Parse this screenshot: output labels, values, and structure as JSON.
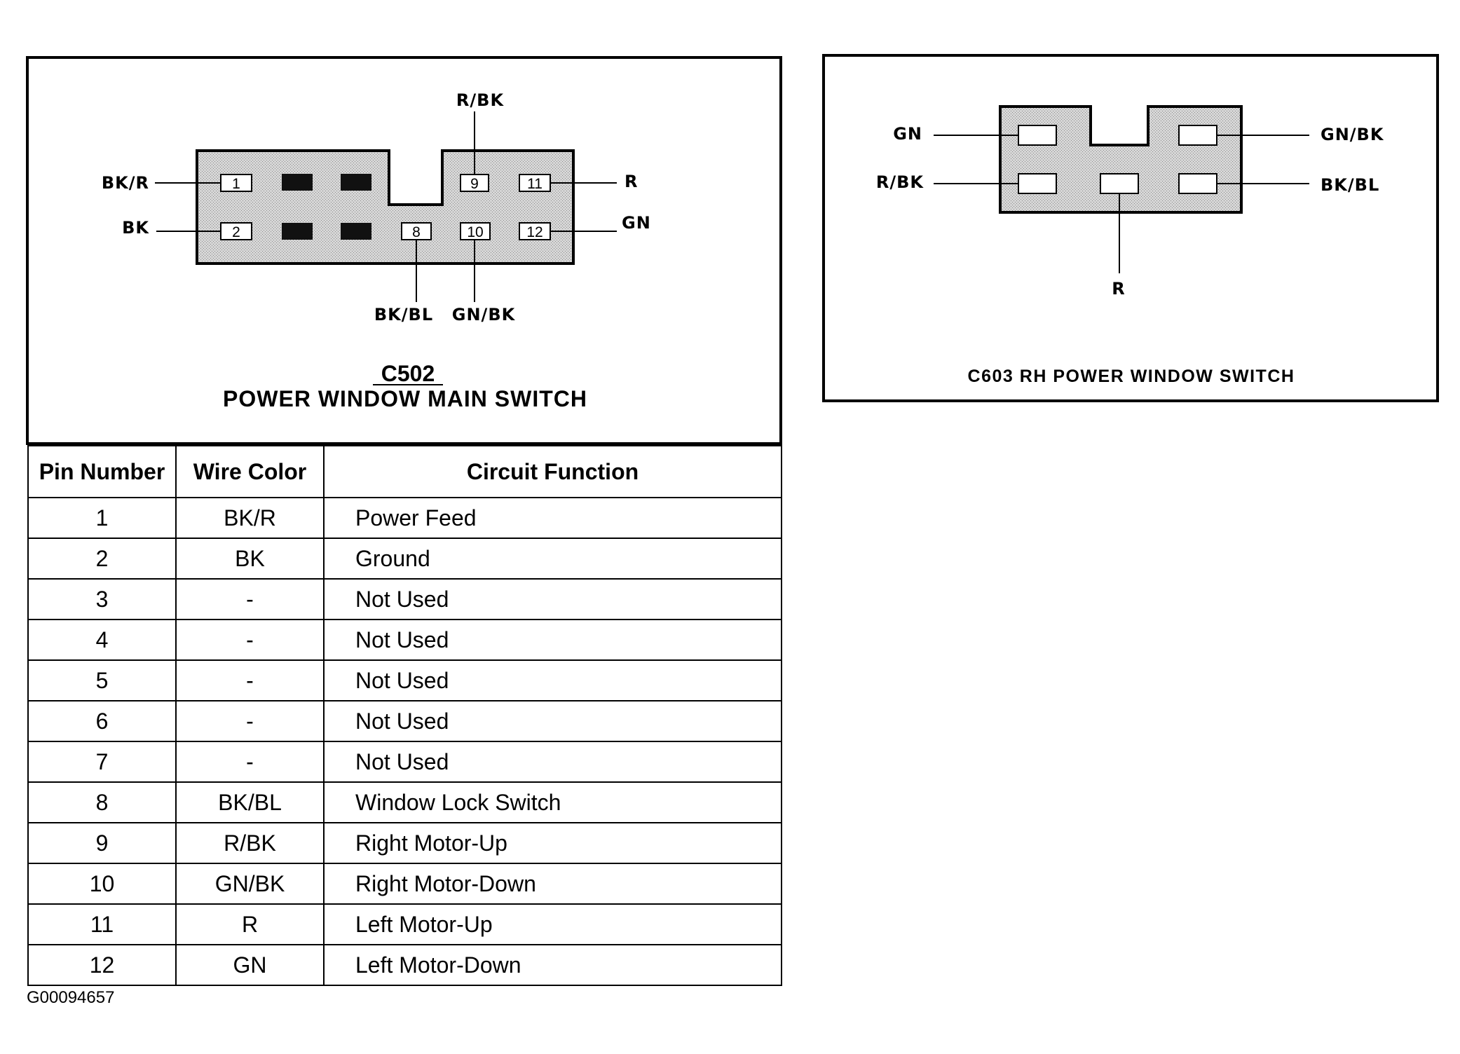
{
  "c502": {
    "id": "C502",
    "name": "POWER WINDOW MAIN SWITCH",
    "pins": [
      "1",
      "2",
      "8",
      "9",
      "10",
      "11",
      "12"
    ],
    "wires": {
      "pin1": "BK/R",
      "pin2": "BK",
      "pin8": "BK/BL",
      "pin9": "R/BK",
      "pin10": "GN/BK",
      "pin11": "R",
      "pin12": "GN"
    }
  },
  "c603": {
    "title": "C603 RH POWER WINDOW SWITCH",
    "wires": {
      "top_left": "GN",
      "mid_left": "R/BK",
      "top_right": "GN/BK",
      "mid_right": "BK/BL",
      "bottom": "R"
    }
  },
  "table": {
    "headers": [
      "Pin Number",
      "Wire Color",
      "Circuit Function"
    ],
    "rows": [
      {
        "pin": "1",
        "color": "BK/R",
        "function": "Power Feed"
      },
      {
        "pin": "2",
        "color": "BK",
        "function": "Ground"
      },
      {
        "pin": "3",
        "color": "-",
        "function": "Not Used"
      },
      {
        "pin": "4",
        "color": "-",
        "function": "Not Used"
      },
      {
        "pin": "5",
        "color": "-",
        "function": "Not Used"
      },
      {
        "pin": "6",
        "color": "-",
        "function": "Not Used"
      },
      {
        "pin": "7",
        "color": "-",
        "function": "Not Used"
      },
      {
        "pin": "8",
        "color": "BK/BL",
        "function": "Window Lock Switch"
      },
      {
        "pin": "9",
        "color": "R/BK",
        "function": "Right Motor-Up"
      },
      {
        "pin": "10",
        "color": "GN/BK",
        "function": "Right Motor-Down"
      },
      {
        "pin": "11",
        "color": "R",
        "function": "Left Motor-Up"
      },
      {
        "pin": "12",
        "color": "GN",
        "function": "Left Motor-Down"
      }
    ]
  },
  "figure_code": "G00094657",
  "colors": {
    "connector_fill": "#c9c9c9",
    "line": "#000000"
  }
}
